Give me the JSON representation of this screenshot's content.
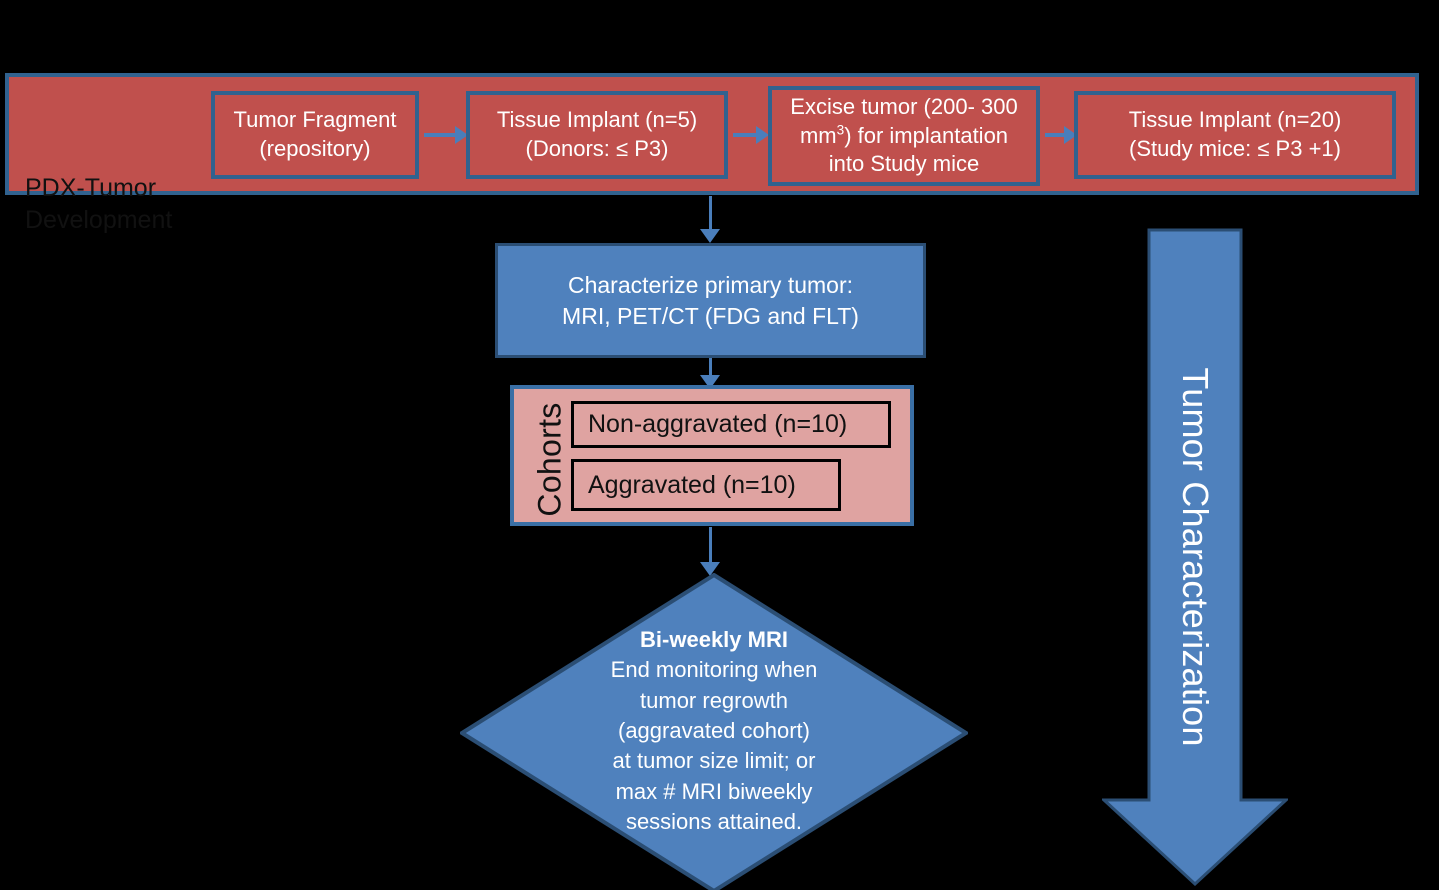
{
  "colors": {
    "red_fill": "#C0504D",
    "blue_fill": "#4F81BD",
    "pink_fill": "#DFA3A1",
    "blue_border": "#31628F",
    "arrow_blue": "#4A7EBB",
    "background": "#000000",
    "white_text": "#FFFFFF",
    "black_text": "#111111"
  },
  "band": {
    "title": "PDX-Tumor Development",
    "boxes": [
      {
        "id": "tumor-fragment",
        "line1": "Tumor Fragment",
        "line2": "(repository)"
      },
      {
        "id": "tissue-implant-donors",
        "line1": "Tissue Implant (n=5)",
        "line2": "(Donors: ≤ P3)"
      },
      {
        "id": "excise-tumor",
        "line1": "Excise tumor (200- 300",
        "line2_pre": "mm",
        "line2_sup": "3",
        "line2_post": ") for implantation",
        "line3": "into Study mice"
      },
      {
        "id": "tissue-implant-study",
        "line1": "Tissue Implant (n=20)",
        "line2": "(Study mice: ≤ P3 +1)"
      }
    ]
  },
  "characterize": {
    "line1": "Characterize primary tumor:",
    "line2": "MRI, PET/CT (FDG and FLT)"
  },
  "cohorts": {
    "label": "Cohorts",
    "items": [
      {
        "id": "non-aggravated",
        "label": "Non-aggravated (n=10)"
      },
      {
        "id": "aggravated",
        "label": "Aggravated (n=10)"
      }
    ]
  },
  "decision": {
    "heading": "Bi-weekly MRI",
    "lines": [
      "End monitoring when",
      "tumor regrowth",
      "(aggravated cohort)",
      "at tumor size limit; or",
      "max # MRI biweekly",
      "sessions attained."
    ]
  },
  "side_arrow": {
    "label": "Tumor Characterization"
  }
}
